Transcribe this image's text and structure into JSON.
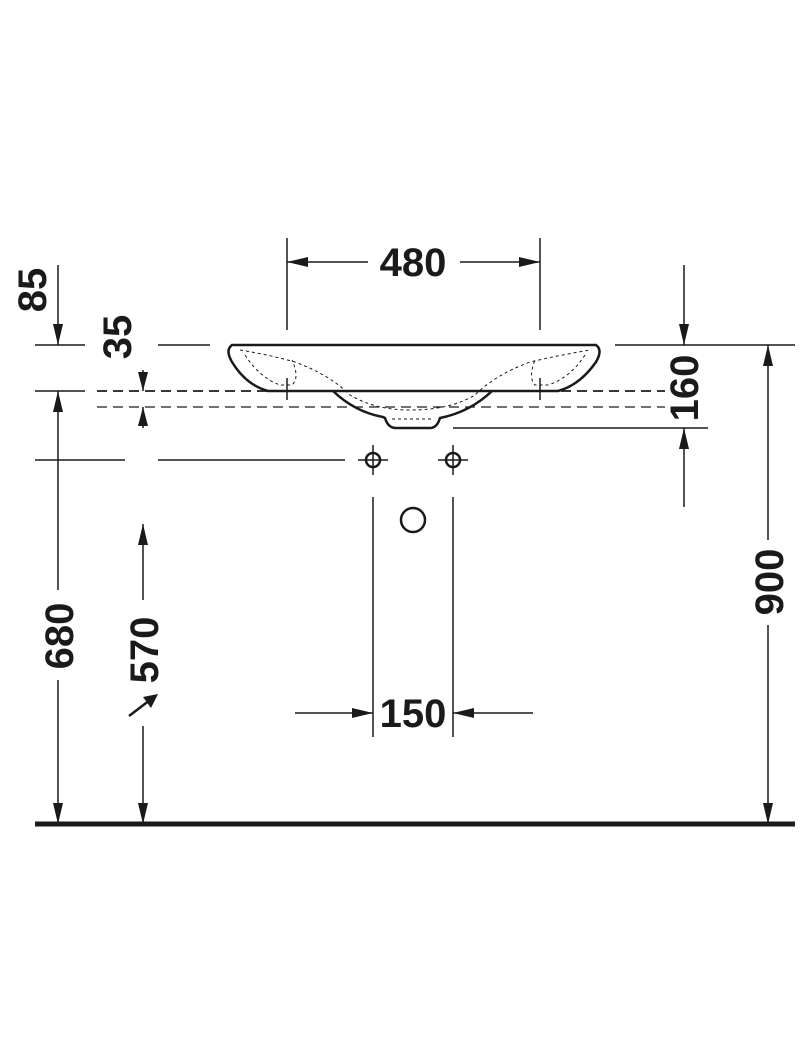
{
  "drawing": {
    "title": "Washbasin installation dimensions",
    "dimensions": {
      "basin_width": "480",
      "rim_offset": "85",
      "overflow_depth": "35",
      "basin_height": "160",
      "rim_height": "900",
      "tap_height": "680",
      "drain_height": "570",
      "drain_spacing": "150"
    }
  }
}
